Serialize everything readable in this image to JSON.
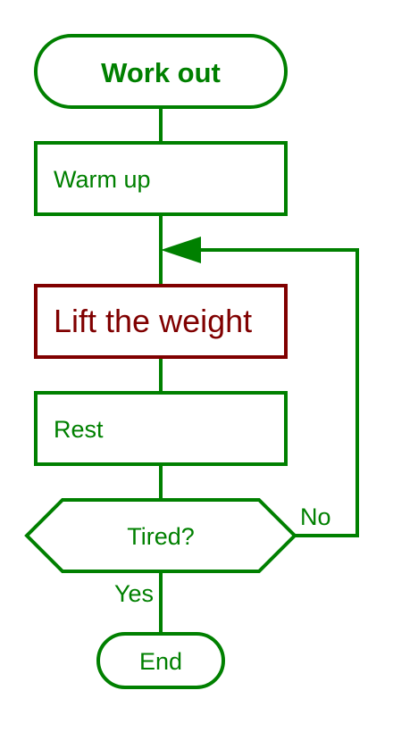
{
  "colors": {
    "primary": "#008000",
    "highlight": "#800000",
    "background": "#ffffff"
  },
  "nodes": {
    "start": {
      "label": "Work out",
      "shape": "terminator"
    },
    "warm_up": {
      "label": "Warm up",
      "shape": "process"
    },
    "lift": {
      "label": "Lift the weight",
      "shape": "process",
      "highlighted": true
    },
    "rest": {
      "label": "Rest",
      "shape": "process"
    },
    "decision": {
      "label": "Tired?",
      "shape": "decision"
    },
    "end": {
      "label": "End",
      "shape": "terminator"
    }
  },
  "edges": {
    "yes_label": "Yes",
    "no_label": "No"
  }
}
